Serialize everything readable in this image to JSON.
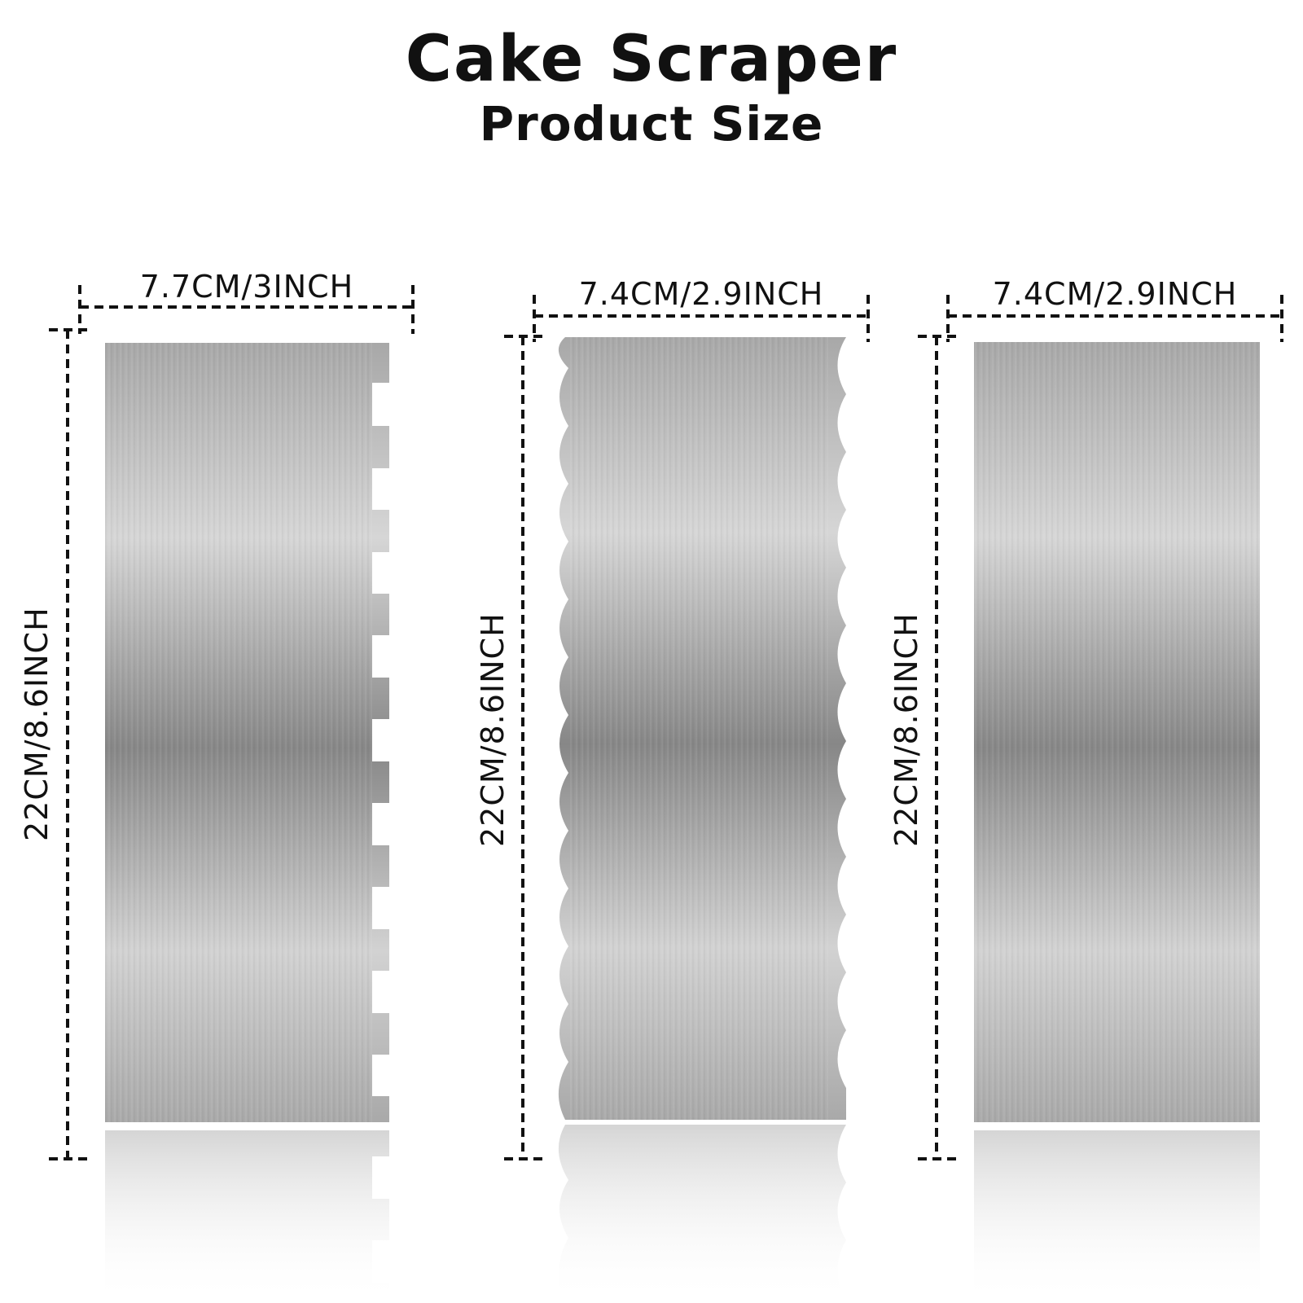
{
  "header": {
    "title": "Cake Scraper",
    "subtitle": "Product Size"
  },
  "scrapers": [
    {
      "edge": "square-teeth",
      "width_label": "7.7CM/3INCH",
      "height_label": "22CM/8.6INCH"
    },
    {
      "edge": "scalloped",
      "width_label": "7.4CM/2.9INCH",
      "height_label": "22CM/8.6INCH"
    },
    {
      "edge": "straight",
      "width_label": "7.4CM/2.9INCH",
      "height_label": "22CM/8.6INCH"
    }
  ],
  "colors": {
    "metal_light": "#d4d4d4",
    "metal_dark": "#858585",
    "dimension_line": "#111111",
    "background": "#ffffff"
  }
}
